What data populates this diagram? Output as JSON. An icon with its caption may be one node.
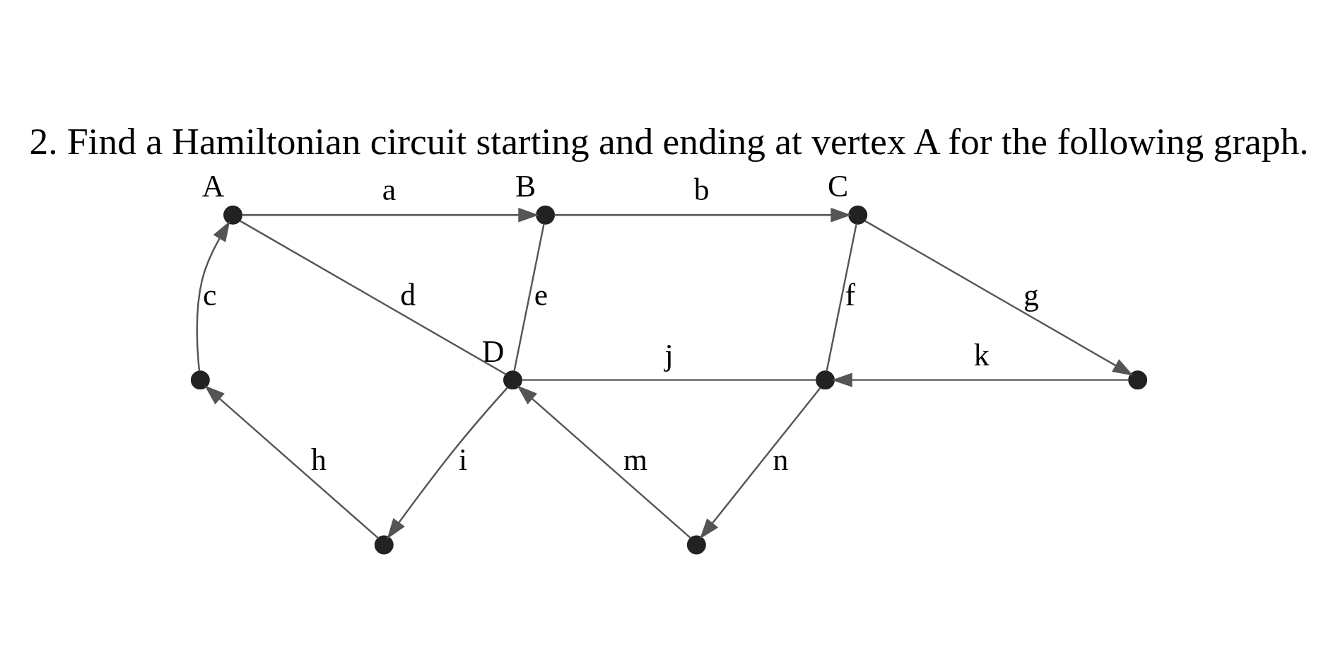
{
  "diagram": {
    "title": "2. Find a Hamiltonian circuit starting and ending at vertex A for the following graph.",
    "nodes": [
      {
        "text": [],
        "shape": "circle",
        "beside": [
          "A"
        ]
      },
      {
        "text": [],
        "shape": "circle",
        "beside": [
          "B"
        ]
      },
      {
        "text": [],
        "shape": "circle",
        "beside": [
          "C"
        ]
      },
      {
        "text": [],
        "shape": "circle"
      },
      {
        "text": [],
        "shape": "circle",
        "beside": [
          "D"
        ]
      },
      {
        "text": [],
        "shape": "circle"
      },
      {
        "text": [],
        "shape": "circle"
      },
      {
        "text": [],
        "shape": "circle"
      },
      {
        "text": [],
        "shape": "circle"
      }
    ],
    "edges": [
      {
        "from": 0,
        "to": 1,
        "arrow": "to",
        "label": "a"
      },
      {
        "from": 1,
        "to": 2,
        "arrow": "to",
        "label": "b"
      },
      {
        "from": 3,
        "to": 0,
        "arrow": "to",
        "label": "c"
      },
      {
        "from": 0,
        "to": 4,
        "arrow": "none",
        "label": "d"
      },
      {
        "from": 4,
        "to": 1,
        "arrow": "none",
        "label": "e"
      },
      {
        "from": 2,
        "to": 5,
        "arrow": "none",
        "label": "f"
      },
      {
        "from": 2,
        "to": 6,
        "arrow": "to",
        "label": "g"
      },
      {
        "from": 7,
        "to": 3,
        "arrow": "to",
        "label": "h"
      },
      {
        "from": 4,
        "to": 7,
        "arrow": "to",
        "label": "i"
      },
      {
        "from": 4,
        "to": 5,
        "arrow": "none",
        "label": "j"
      },
      {
        "from": 6,
        "to": 5,
        "arrow": "to",
        "label": "k"
      },
      {
        "from": 8,
        "to": 4,
        "arrow": "to",
        "label": "m"
      },
      {
        "from": 5,
        "to": 8,
        "arrow": "to",
        "label": "n"
      }
    ]
  }
}
